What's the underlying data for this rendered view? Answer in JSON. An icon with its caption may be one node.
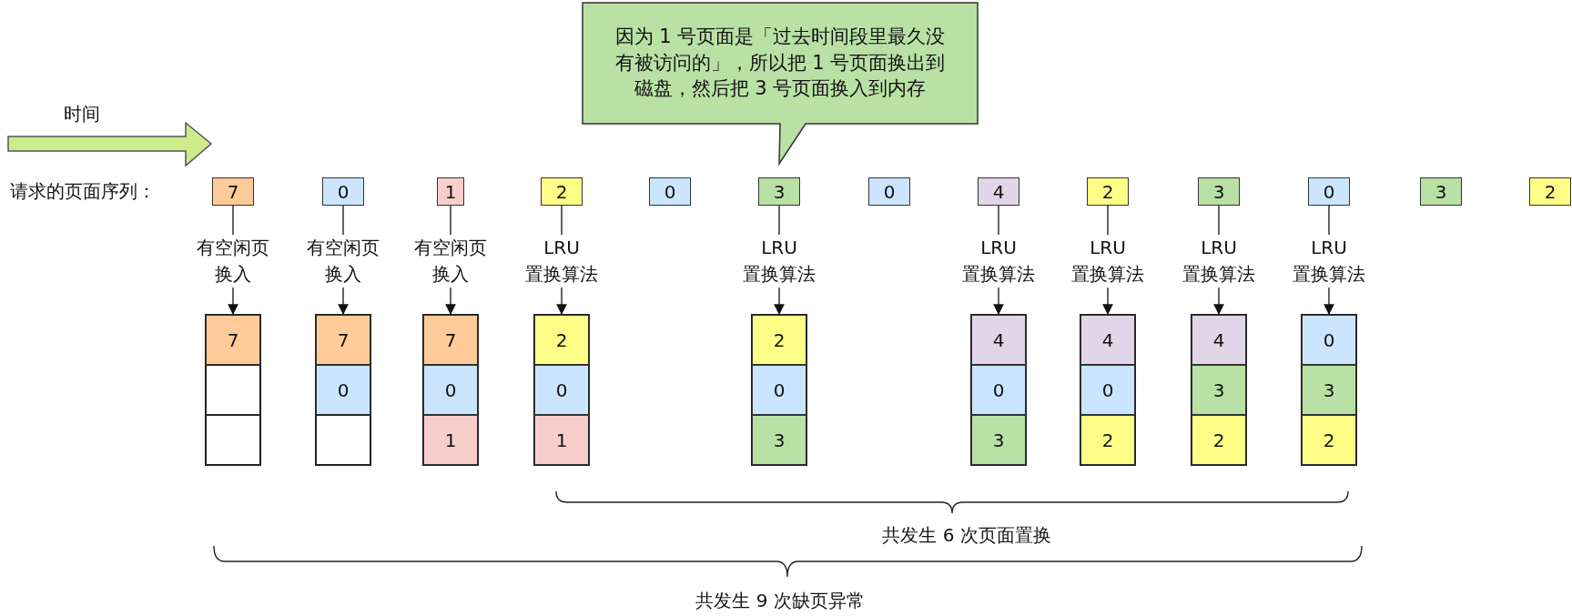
{
  "diagram": {
    "nodes": [
      {
        "text": [
          "因为 1 号页面是「过去时间段里最久没有被访问的」，所以把 1 号页面换出到磁盘，然后把 3 号页面换入到内存"
        ]
      },
      {
        "text": [
          "7"
        ]
      },
      {
        "text": [
          "0"
        ]
      },
      {
        "text": [
          "1"
        ]
      },
      {
        "text": [
          "2"
        ]
      },
      {
        "text": [
          "0"
        ]
      },
      {
        "text": [
          "3"
        ]
      },
      {
        "text": [
          "0"
        ]
      },
      {
        "text": [
          "4"
        ]
      },
      {
        "text": [
          "2"
        ]
      },
      {
        "text": [
          "3"
        ]
      },
      {
        "text": [
          "0"
        ]
      },
      {
        "text": [
          "3"
        ]
      },
      {
        "text": [
          "2"
        ]
      },
      {
        "text": [
          "有空闲页换入"
        ]
      },
      {
        "text": [
          "有空闲页换入"
        ]
      },
      {
        "text": [
          "有空闲页换入"
        ]
      },
      {
        "text": [
          "LRU 置换算法"
        ]
      },
      {
        "text": [
          "LRU 置换算法"
        ]
      },
      {
        "text": [
          "LRU 置换算法"
        ]
      },
      {
        "text": [
          "LRU 置换算法"
        ]
      },
      {
        "text": [
          "LRU 置换算法"
        ]
      },
      {
        "text": [
          "LRU 置换算法"
        ]
      },
      {
        "text": [],
        "shape": "box"
      },
      {
        "text": [
          "7"
        ],
        "in": 23
      },
      {
        "text": [],
        "shape": "box",
        "in": 23
      },
      {
        "text": [],
        "shape": "box",
        "in": 23
      },
      {
        "text": [],
        "shape": "box"
      },
      {
        "text": [
          "7"
        ],
        "in": 27
      },
      {
        "text": [
          "0"
        ],
        "in": 27
      },
      {
        "text": [],
        "shape": "box",
        "in": 27
      },
      {
        "text": [],
        "shape": "box"
      },
      {
        "text": [
          "7"
        ],
        "in": 31
      },
      {
        "text": [
          "0"
        ],
        "in": 31
      },
      {
        "text": [
          "1"
        ],
        "in": 31
      },
      {
        "text": [],
        "shape": "box"
      },
      {
        "text": [
          "2"
        ],
        "in": 35
      },
      {
        "text": [
          "0"
        ],
        "in": 35
      },
      {
        "text": [
          "1"
        ],
        "in": 35
      },
      {
        "text": [],
        "shape": "box"
      },
      {
        "text": [
          "2"
        ],
        "in": 39
      },
      {
        "text": [
          "0"
        ],
        "in": 39
      },
      {
        "text": [
          "3"
        ],
        "in": 39
      },
      {
        "text": [],
        "shape": "box"
      },
      {
        "text": [
          "4"
        ],
        "in": 43
      },
      {
        "text": [
          "0"
        ],
        "in": 43
      },
      {
        "text": [
          "3"
        ],
        "in": 43
      },
      {
        "text": [],
        "shape": "box"
      },
      {
        "text": [
          "4"
        ],
        "in": 47
      },
      {
        "text": [
          "0"
        ],
        "in": 47
      },
      {
        "text": [
          "2"
        ],
        "in": 47
      },
      {
        "text": [],
        "shape": "box"
      },
      {
        "text": [
          "4"
        ],
        "in": 51
      },
      {
        "text": [
          "3"
        ],
        "in": 51
      },
      {
        "text": [
          "2"
        ],
        "in": 51
      },
      {
        "text": [],
        "shape": "box"
      },
      {
        "text": [
          "0"
        ],
        "in": 55
      },
      {
        "text": [
          "3"
        ],
        "in": 55
      },
      {
        "text": [
          "2"
        ],
        "in": 55
      }
    ],
    "edges": [
      {
        "from": 1,
        "to": 14,
        "arrow": "none"
      },
      {
        "from": 14,
        "to": 23,
        "arrow": "to"
      },
      {
        "from": 2,
        "to": 15,
        "arrow": "none"
      },
      {
        "from": 15,
        "to": 27,
        "arrow": "to"
      },
      {
        "from": 3,
        "to": 16,
        "arrow": "none"
      },
      {
        "from": 16,
        "to": 31,
        "arrow": "to"
      },
      {
        "from": 4,
        "to": 17,
        "arrow": "none"
      },
      {
        "from": 17,
        "to": 35,
        "arrow": "to"
      },
      {
        "from": 6,
        "to": 18,
        "arrow": "none"
      },
      {
        "from": 18,
        "to": 39,
        "arrow": "to"
      },
      {
        "from": 8,
        "to": 19,
        "arrow": "none"
      },
      {
        "from": 19,
        "to": 43,
        "arrow": "to"
      },
      {
        "from": 9,
        "to": 20,
        "arrow": "none"
      },
      {
        "from": 20,
        "to": 47,
        "arrow": "to"
      },
      {
        "from": 10,
        "to": 21,
        "arrow": "none"
      },
      {
        "from": 21,
        "to": 51,
        "arrow": "to"
      },
      {
        "from": 11,
        "to": 22,
        "arrow": "none"
      },
      {
        "from": 22,
        "to": 55,
        "arrow": "to"
      }
    ],
    "labels": [
      "时间",
      "请求的页面序列：",
      "共发生 6 次页面置换",
      "共发生 9 次缺页异常"
    ]
  }
}
